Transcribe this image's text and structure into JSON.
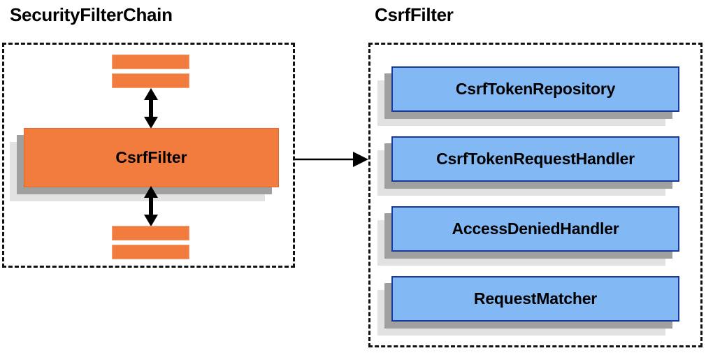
{
  "diagram": {
    "title_left": "SecurityFilterChain",
    "title_right": "CsrfFilter",
    "colors": {
      "orange": "#f17c3e",
      "blue": "#82b9f5",
      "blue_border": "#1a3a9c",
      "shadow_mid": "#a0a0a0",
      "shadow_light": "#e2e2e2",
      "panel_border": "#111111",
      "text": "#000000"
    }
  },
  "left_panel": {
    "title": "SecurityFilterChain",
    "main_filter": {
      "label": "CsrfFilter"
    },
    "top_bars": [
      {
        "name": "filter-bar-top-1"
      },
      {
        "name": "filter-bar-top-2"
      }
    ],
    "bottom_bars": [
      {
        "name": "filter-bar-bottom-1"
      },
      {
        "name": "filter-bar-bottom-2"
      }
    ],
    "connectors": [
      {
        "name": "arrow-up-double",
        "type": "double-headed-vertical"
      },
      {
        "name": "arrow-down-double",
        "type": "double-headed-vertical"
      }
    ]
  },
  "link_arrow": {
    "name": "arrow-securityfilterchain-to-csrffilter",
    "type": "single-headed-horizontal"
  },
  "right_panel": {
    "title": "CsrfFilter",
    "collaborators": [
      {
        "label": "CsrfTokenRepository"
      },
      {
        "label": "CsrfTokenRequestHandler"
      },
      {
        "label": "AccessDeniedHandler"
      },
      {
        "label": "RequestMatcher"
      }
    ]
  }
}
